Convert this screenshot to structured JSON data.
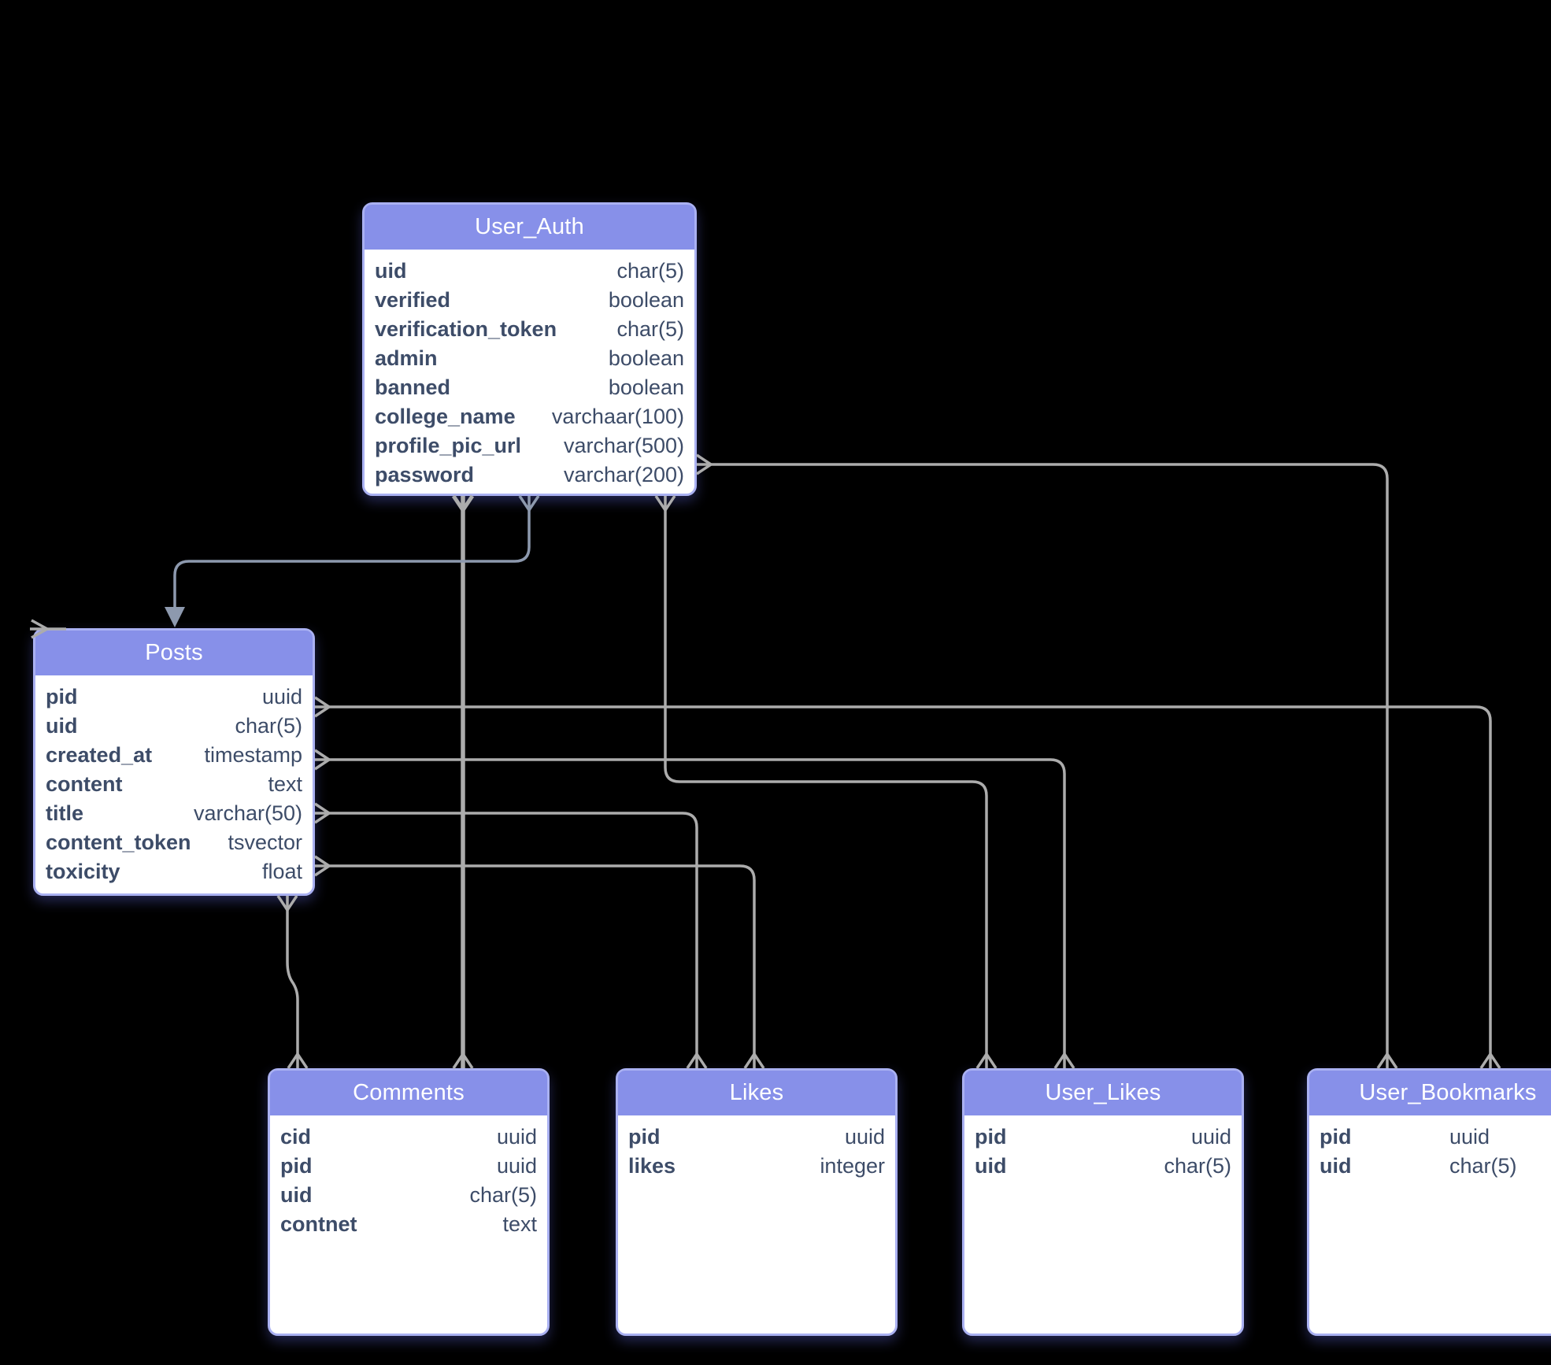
{
  "diagram": {
    "background_color": "#000000",
    "line_color": "#acacac",
    "accent_line_color": "#8d99ae",
    "header_color": "#8790e9",
    "header_text_color": "#ffffff",
    "table_border_color": "#aab1f2",
    "field_text_color": "#3d4c68",
    "tables": [
      {
        "title": "User_Auth",
        "fields": [
          {
            "name": "uid",
            "type": "char(5)"
          },
          {
            "name": "verified",
            "type": "boolean"
          },
          {
            "name": "verification_token",
            "type": "char(5)"
          },
          {
            "name": "admin",
            "type": "boolean"
          },
          {
            "name": "banned",
            "type": "boolean"
          },
          {
            "name": "college_name",
            "type": "varchaar(100)"
          },
          {
            "name": "profile_pic_url",
            "type": "varchar(500)"
          },
          {
            "name": "password",
            "type": "varchar(200)"
          }
        ]
      },
      {
        "title": "Posts",
        "fields": [
          {
            "name": "pid",
            "type": "uuid"
          },
          {
            "name": "uid",
            "type": "char(5)"
          },
          {
            "name": "created_at",
            "type": "timestamp"
          },
          {
            "name": "content",
            "type": "text"
          },
          {
            "name": "title",
            "type": "varchar(50)"
          },
          {
            "name": "content_token",
            "type": "tsvector"
          },
          {
            "name": "toxicity",
            "type": "float"
          }
        ]
      },
      {
        "title": "Comments",
        "fields": [
          {
            "name": "cid",
            "type": "uuid"
          },
          {
            "name": "pid",
            "type": "uuid"
          },
          {
            "name": "uid",
            "type": "char(5)"
          },
          {
            "name": "contnet",
            "type": "text"
          }
        ]
      },
      {
        "title": "Likes",
        "fields": [
          {
            "name": "pid",
            "type": "uuid"
          },
          {
            "name": "likes",
            "type": "integer"
          }
        ]
      },
      {
        "title": "User_Likes",
        "fields": [
          {
            "name": "pid",
            "type": "uuid"
          },
          {
            "name": "uid",
            "type": "char(5)"
          }
        ]
      },
      {
        "title": "User_Bookmarks",
        "fields": [
          {
            "name": "pid",
            "type": "uuid"
          },
          {
            "name": "uid",
            "type": "char(5)"
          }
        ]
      }
    ],
    "relationships": [
      {
        "from": "User_Auth",
        "to": "Posts"
      },
      {
        "from": "User_Auth",
        "to": "Comments"
      },
      {
        "from": "User_Auth",
        "to": "User_Likes"
      },
      {
        "from": "User_Auth",
        "to": "User_Bookmarks"
      },
      {
        "from": "Posts",
        "to": "Comments"
      },
      {
        "from": "Posts",
        "to": "Likes"
      },
      {
        "from": "Posts",
        "to": "Likes"
      },
      {
        "from": "Posts",
        "to": "User_Likes"
      },
      {
        "from": "Posts",
        "to": "User_Bookmarks"
      }
    ]
  }
}
